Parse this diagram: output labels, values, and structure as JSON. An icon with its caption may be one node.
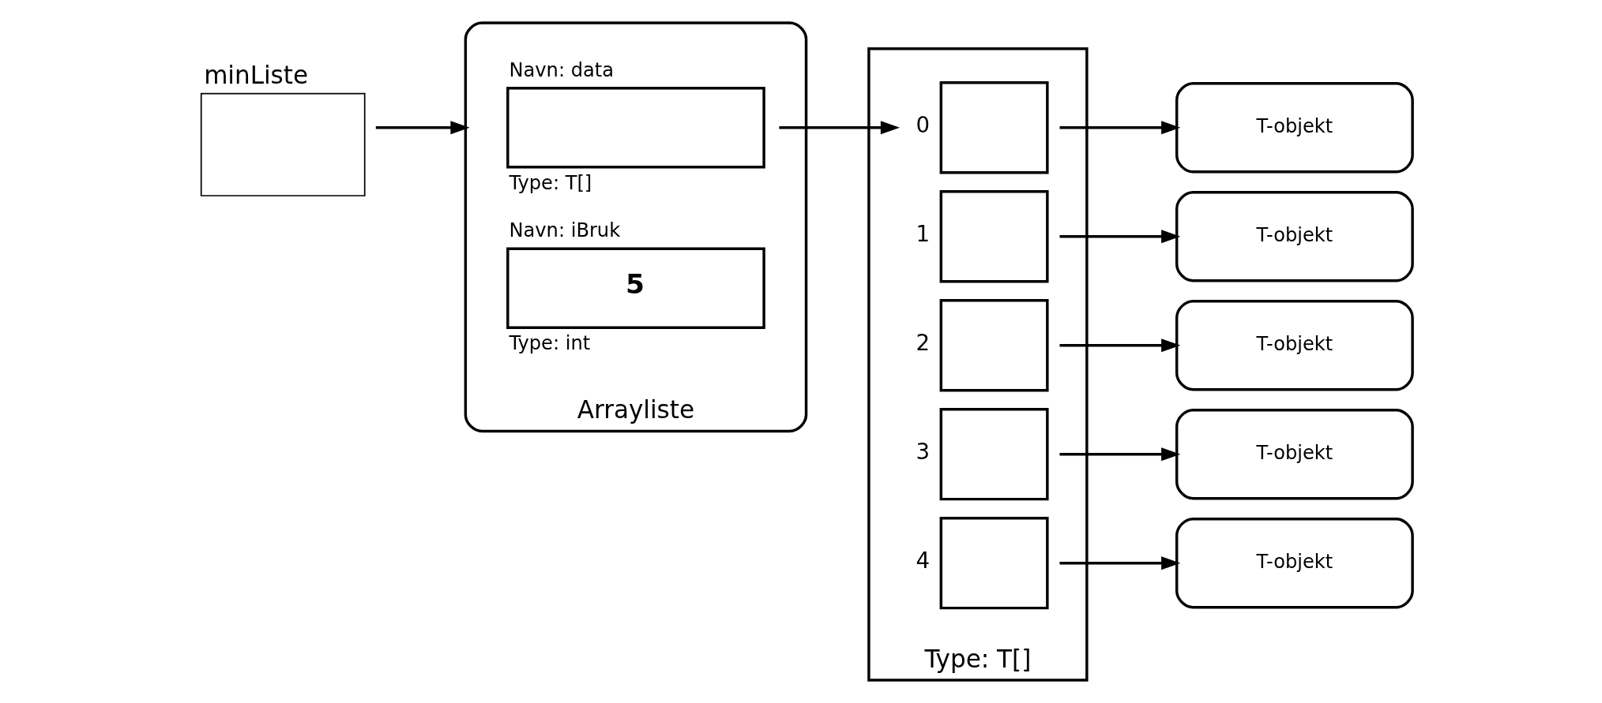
{
  "diagram": {
    "nodes": [
      {
        "text": [
          "minListe"
        ]
      },
      {
        "text": [
          "Arrayliste"
        ]
      },
      {
        "text": [
          "Navn: data",
          "Type: T[]"
        ],
        "in": 1
      },
      {
        "text": [
          "Navn: iBruk",
          "5",
          "Type: int"
        ],
        "in": 1
      },
      {
        "text": [
          "Type: T[]"
        ]
      },
      {
        "text": [],
        "shape": "box",
        "in": 4,
        "beside": [
          "0"
        ]
      },
      {
        "text": [],
        "shape": "box",
        "in": 4,
        "beside": [
          "1"
        ]
      },
      {
        "text": [],
        "shape": "box",
        "in": 4,
        "beside": [
          "2"
        ]
      },
      {
        "text": [],
        "shape": "box",
        "in": 4,
        "beside": [
          "3"
        ]
      },
      {
        "text": [],
        "shape": "box",
        "in": 4,
        "beside": [
          "4"
        ]
      },
      {
        "text": [
          "T-objekt"
        ]
      },
      {
        "text": [
          "T-objekt"
        ]
      },
      {
        "text": [
          "T-objekt"
        ]
      },
      {
        "text": [
          "T-objekt"
        ]
      },
      {
        "text": [
          "T-objekt"
        ]
      }
    ],
    "edges": [
      {
        "from": 0,
        "to": 1,
        "arrow": "to"
      },
      {
        "from": 2,
        "to": 5,
        "arrow": "to"
      },
      {
        "from": 5,
        "to": 10,
        "arrow": "to"
      },
      {
        "from": 6,
        "to": 11,
        "arrow": "to"
      },
      {
        "from": 7,
        "to": 12,
        "arrow": "to"
      },
      {
        "from": 8,
        "to": 13,
        "arrow": "to"
      },
      {
        "from": 9,
        "to": 14,
        "arrow": "to"
      }
    ]
  }
}
